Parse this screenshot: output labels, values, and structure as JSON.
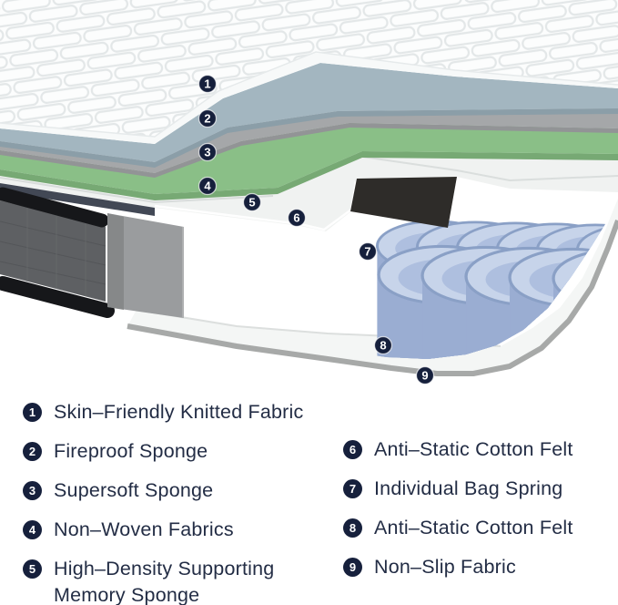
{
  "page": {
    "background": "#ffffff",
    "type": "mattress-layer-cutaway-diagram"
  },
  "diagram": {
    "description": "Exploded corner cutaway of a hybrid mattress showing nine numbered layers",
    "badges": [
      {
        "num": "1"
      },
      {
        "num": "2"
      },
      {
        "num": "3"
      },
      {
        "num": "4"
      },
      {
        "num": "5"
      },
      {
        "num": "6"
      },
      {
        "num": "7"
      },
      {
        "num": "8"
      },
      {
        "num": "9"
      }
    ]
  },
  "legend": {
    "items": [
      {
        "num": "1",
        "label": "Skin–Friendly Knitted Fabric"
      },
      {
        "num": "2",
        "label": "Fireproof Sponge"
      },
      {
        "num": "3",
        "label": "Supersoft Sponge"
      },
      {
        "num": "4",
        "label": "Non–Woven Fabrics"
      },
      {
        "num": "5",
        "label": "High–Density Supporting Memory Sponge"
      },
      {
        "num": "6",
        "label": "Anti–Static Cotton Felt"
      },
      {
        "num": "7",
        "label": "Individual Bag Spring"
      },
      {
        "num": "8",
        "label": "Anti–Static Cotton Felt"
      },
      {
        "num": "9",
        "label": "Non–Slip Fabric"
      }
    ]
  },
  "colors": {
    "badge_navy": "#16203c",
    "text_navy": "#232d45",
    "knitted_fabric_white": "#fcfdfd",
    "fireproof_sponge_bluegray": "#a3b6c0",
    "supersoft_sponge_gray": "#a5a7a9",
    "nonwoven_green": "#8abf87",
    "memory_sponge_white": "#f0f2f1",
    "spring_blue": "#a0b3d6",
    "dark_spring": "#57534d",
    "base_rim_gray": "#a7a9a8",
    "side_panel_charcoal": "#5e6063",
    "binding_tape_black": "#16171a",
    "foam_slab_gray": "#9a9c9e"
  }
}
